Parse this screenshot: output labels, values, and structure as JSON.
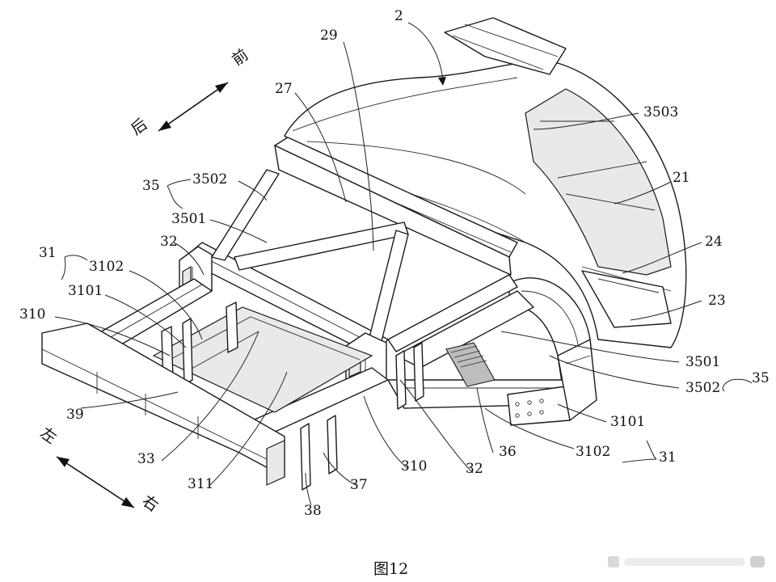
{
  "figure": {
    "caption": "图12"
  },
  "directions": {
    "front": "前",
    "rear": "后",
    "left": "左",
    "right": "右"
  },
  "labels": {
    "l_2": "2",
    "l_29": "29",
    "l_27": "27",
    "l_3503": "3503",
    "l_21": "21",
    "l_24": "24",
    "l_23": "23",
    "l_35_top": "35",
    "l_3502_top": "3502",
    "l_3501_top": "3501",
    "l_31_left": "31",
    "l_3102_left": "3102",
    "l_3101_left": "3101",
    "l_32_left": "32",
    "l_310_left": "310",
    "l_39": "39",
    "l_33": "33",
    "l_311": "311",
    "l_310_bottom": "310",
    "l_32_bottom": "32",
    "l_37": "37",
    "l_38": "38",
    "l_36": "36",
    "l_3102_right": "3102",
    "l_31_right": "31",
    "l_3101_right": "3101",
    "l_3501_right": "3501",
    "l_3502_right": "3502",
    "l_35_right": "35"
  },
  "colors": {
    "line": "#1a1a1a",
    "background": "#ffffff"
  }
}
